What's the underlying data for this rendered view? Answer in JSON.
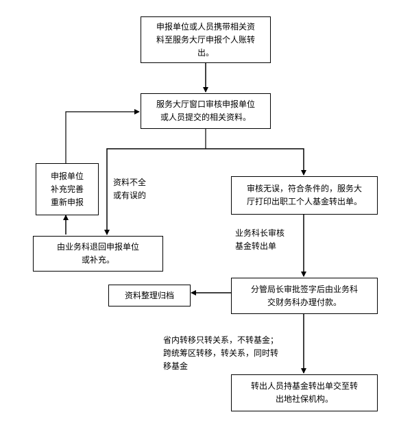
{
  "nodes": {
    "n1": "申报单位或人员携带相关资\n料至服务大厅申报个人账转\n出。",
    "n2": "服务大厅窗口审核申报单位\n或人员提交的相关资料。",
    "n3": "申报单位\n补充完善\n重新申报",
    "n4": "审核无误，符合条件的，服务大\n厅打印出职工个人基金转出单。",
    "n5": "由业务科退回申报单位\n或补充。",
    "n6": "分管局长审批签字后由业务科\n交财务科办理付款。",
    "n7": "资料整理归档",
    "n8": "转出人员持基金转出单交至转\n出地社保机构。"
  },
  "edge_labels": {
    "incomplete": "资料不全\n或有误的",
    "section_chief": "业务科长审核\n基金转出单",
    "transfer_rule": "省内转移只转关系，不转基金；\n跨统筹区转移，转关系，同时转\n移基金"
  }
}
